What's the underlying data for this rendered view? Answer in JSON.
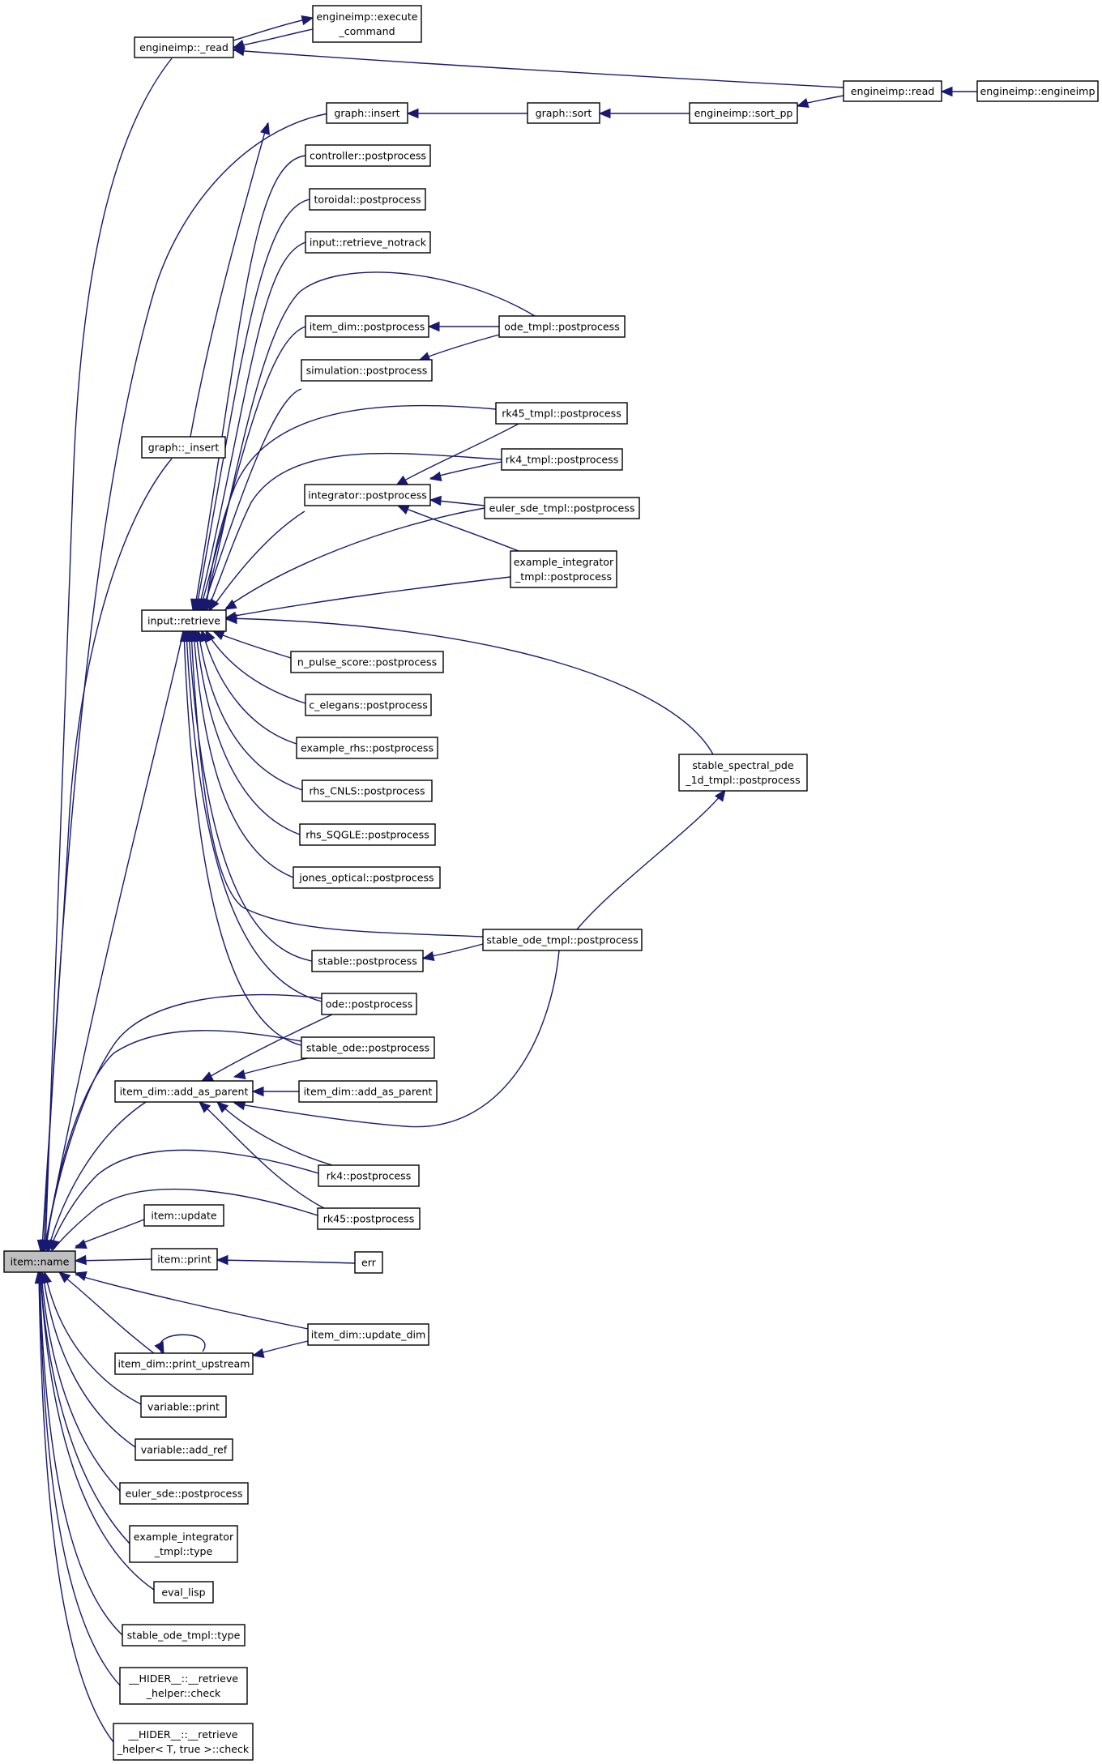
{
  "colors": {
    "edge": "#191970",
    "node_border": "#000000",
    "root_fill": "#bfbfbf",
    "node_fill": "#ffffff"
  },
  "nodes": [
    {
      "id": "item_name",
      "lines": [
        "item::name"
      ],
      "root": true
    },
    {
      "id": "engineimp_read_",
      "lines": [
        "engineimp::_read"
      ]
    },
    {
      "id": "engineimp_execute",
      "lines": [
        "engineimp::execute",
        "_command"
      ]
    },
    {
      "id": "engineimp_read",
      "lines": [
        "engineimp::read"
      ]
    },
    {
      "id": "engineimp_engineimp",
      "lines": [
        "engineimp::engineimp"
      ]
    },
    {
      "id": "graph_insert",
      "lines": [
        "graph::insert"
      ]
    },
    {
      "id": "graph_sort",
      "lines": [
        "graph::sort"
      ]
    },
    {
      "id": "engineimp_sort_pp",
      "lines": [
        "engineimp::sort_pp"
      ]
    },
    {
      "id": "controller_pp",
      "lines": [
        "controller::postprocess"
      ]
    },
    {
      "id": "toroidal_pp",
      "lines": [
        "toroidal::postprocess"
      ]
    },
    {
      "id": "input_retrieve_notrack",
      "lines": [
        "input::retrieve_notrack"
      ]
    },
    {
      "id": "item_dim_pp",
      "lines": [
        "item_dim::postprocess"
      ]
    },
    {
      "id": "ode_tmpl_pp",
      "lines": [
        "ode_tmpl::postprocess"
      ]
    },
    {
      "id": "simulation_pp",
      "lines": [
        "simulation::postprocess"
      ]
    },
    {
      "id": "rk45_tmpl_pp",
      "lines": [
        "rk45_tmpl::postprocess"
      ]
    },
    {
      "id": "graph_insert_",
      "lines": [
        "graph::_insert"
      ]
    },
    {
      "id": "rk4_tmpl_pp",
      "lines": [
        "rk4_tmpl::postprocess"
      ]
    },
    {
      "id": "integrator_pp",
      "lines": [
        "integrator::postprocess"
      ]
    },
    {
      "id": "euler_sde_tmpl_pp",
      "lines": [
        "euler_sde_tmpl::postprocess"
      ]
    },
    {
      "id": "example_integrator_tmpl_pp",
      "lines": [
        "example_integrator",
        "_tmpl::postprocess"
      ]
    },
    {
      "id": "input_retrieve",
      "lines": [
        "input::retrieve"
      ]
    },
    {
      "id": "n_pulse_score_pp",
      "lines": [
        "n_pulse_score::postprocess"
      ]
    },
    {
      "id": "c_elegans_pp",
      "lines": [
        "c_elegans::postprocess"
      ]
    },
    {
      "id": "example_rhs_pp",
      "lines": [
        "example_rhs::postprocess"
      ]
    },
    {
      "id": "stable_spectral_pp",
      "lines": [
        "stable_spectral_pde",
        "_1d_tmpl::postprocess"
      ]
    },
    {
      "id": "rhs_cnls_pp",
      "lines": [
        "rhs_CNLS::postprocess"
      ]
    },
    {
      "id": "rhs_sqgle_pp",
      "lines": [
        "rhs_SQGLE::postprocess"
      ]
    },
    {
      "id": "jones_optical_pp",
      "lines": [
        "jones_optical::postprocess"
      ]
    },
    {
      "id": "stable_ode_tmpl_pp",
      "lines": [
        "stable_ode_tmpl::postprocess"
      ]
    },
    {
      "id": "stable_pp",
      "lines": [
        "stable::postprocess"
      ]
    },
    {
      "id": "ode_pp",
      "lines": [
        "ode::postprocess"
      ]
    },
    {
      "id": "stable_ode_pp",
      "lines": [
        "stable_ode::postprocess"
      ]
    },
    {
      "id": "item_dim_add_as_parent",
      "lines": [
        "item_dim::add_as_parent"
      ]
    },
    {
      "id": "item_dim_add_as_parent2",
      "lines": [
        "item_dim::add_as_parent"
      ]
    },
    {
      "id": "rk4_pp",
      "lines": [
        "rk4::postprocess"
      ]
    },
    {
      "id": "rk45_pp",
      "lines": [
        "rk45::postprocess"
      ]
    },
    {
      "id": "item_update",
      "lines": [
        "item::update"
      ]
    },
    {
      "id": "item_print",
      "lines": [
        "item::print"
      ]
    },
    {
      "id": "err",
      "lines": [
        "err"
      ]
    },
    {
      "id": "item_dim_update_dim",
      "lines": [
        "item_dim::update_dim"
      ]
    },
    {
      "id": "item_dim_print_upstream",
      "lines": [
        "item_dim::print_upstream"
      ]
    },
    {
      "id": "variable_print",
      "lines": [
        "variable::print"
      ]
    },
    {
      "id": "variable_add_ref",
      "lines": [
        "variable::add_ref"
      ]
    },
    {
      "id": "euler_sde_pp",
      "lines": [
        "euler_sde::postprocess"
      ]
    },
    {
      "id": "example_integrator_tmpl_type",
      "lines": [
        "example_integrator",
        "_tmpl::type"
      ]
    },
    {
      "id": "eval_lisp",
      "lines": [
        "eval_lisp"
      ]
    },
    {
      "id": "stable_ode_tmpl_type",
      "lines": [
        "stable_ode_tmpl::type"
      ]
    },
    {
      "id": "hider_check",
      "lines": [
        "__HIDER__::__retrieve",
        "_helper::check"
      ]
    },
    {
      "id": "hider_check_t",
      "lines": [
        "__HIDER__::__retrieve",
        "_helper< T, true >::check"
      ]
    }
  ]
}
